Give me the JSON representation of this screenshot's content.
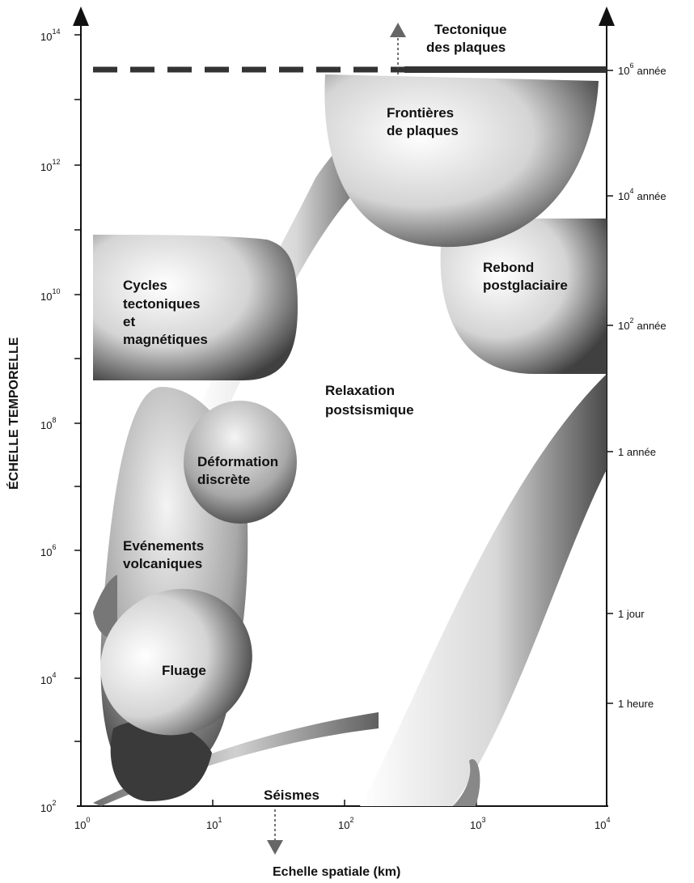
{
  "axes": {
    "y_title": "ÉCHELLE TEMPORELLE",
    "x_title": "Echelle spatiale (km)",
    "y_ticks": [
      {
        "base": "10",
        "exp": "14"
      },
      {
        "base": "10",
        "exp": "12"
      },
      {
        "base": "10",
        "exp": "10"
      },
      {
        "base": "10",
        "exp": "8"
      },
      {
        "base": "10",
        "exp": "6"
      },
      {
        "base": "10",
        "exp": "4"
      },
      {
        "base": "10",
        "exp": "2"
      }
    ],
    "x_ticks": [
      {
        "base": "10",
        "exp": "0"
      },
      {
        "base": "10",
        "exp": "1"
      },
      {
        "base": "10",
        "exp": "2"
      },
      {
        "base": "10",
        "exp": "3"
      },
      {
        "base": "10",
        "exp": "4"
      }
    ],
    "right_ticks": [
      {
        "base": "10",
        "exp": "6",
        "unit": "année"
      },
      {
        "base": "10",
        "exp": "4",
        "unit": "année"
      },
      {
        "base": "10",
        "exp": "2",
        "unit": "année"
      },
      {
        "base": "",
        "exp": "",
        "unit": "1 année"
      },
      {
        "base": "",
        "exp": "",
        "unit": "1 jour"
      },
      {
        "base": "",
        "exp": "",
        "unit": "1 heure"
      }
    ]
  },
  "regions": {
    "tectonique": [
      "Tectonique",
      "des plaques"
    ],
    "frontieres": [
      "Frontières",
      "de plaques"
    ],
    "rebond": [
      "Rebond",
      "postglaciaire"
    ],
    "cycles": [
      "Cycles",
      "tectoniques",
      "et",
      "magnétiques"
    ],
    "relaxation": [
      "Relaxation",
      "postsismique"
    ],
    "deformation": [
      "Déformation",
      "discrète"
    ],
    "volcanique": [
      "Evénements",
      "volcaniques"
    ],
    "fluage": [
      "Fluage"
    ],
    "seismes": [
      "Séismes"
    ]
  }
}
